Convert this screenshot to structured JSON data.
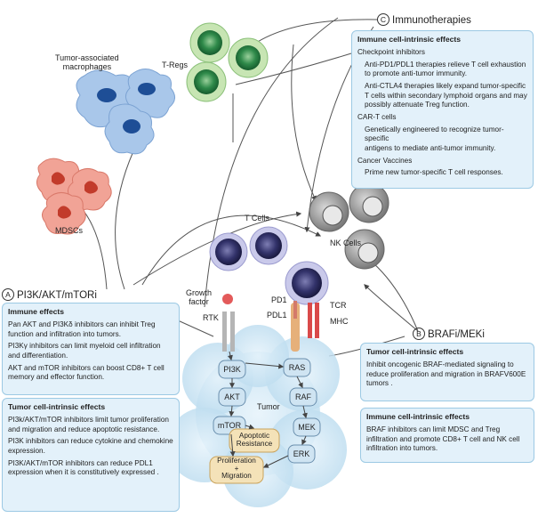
{
  "sections": {
    "immunotherapies": {
      "letter": "C",
      "title": "Immunotherapies"
    },
    "pi3k": {
      "letter": "A",
      "title": "PI3K/AKT/mTORi"
    },
    "braf": {
      "letter": "B",
      "title": "BRAFi/MEKi"
    }
  },
  "cell_labels": {
    "tams": "Tumor-associated\nmacrophages",
    "tregs": "T-Regs",
    "mdscs": "MDSCs",
    "t_cells": "T Cells",
    "nk_cells": "NK Cells",
    "growth_factor": "Growth\nfactor",
    "rtk": "RTK",
    "pd1": "PD1",
    "pdl1": "PDL1",
    "tcr": "TCR",
    "mhc": "MHC",
    "tumor": "Tumor"
  },
  "pathway_nodes": {
    "pi3k": "PI3K",
    "akt": "AKT",
    "mtor": "mTOR",
    "ras": "RAS",
    "raf": "RAF",
    "mek": "MEK",
    "erk": "ERK",
    "apoptotic": "Apoptotic\nResistance",
    "prolif": "Proliferation\n+\nMigration"
  },
  "immuno_box": {
    "header": "Immune cell-intrinsic effects",
    "checkpoint_title": "Checkpoint inhibitors",
    "checkpoint_1": "Anti-PD1/PDL1 therapies relieve T cell exhaustion to promote anti-tumor immunity.",
    "checkpoint_2": "Anti-CTLA4 therapies likely expand tumor-specific T cells within secondary lymphoid organs and may possibly attenuate Treg function.",
    "cart_title": "CAR-T cells",
    "cart_1": "Genetically engineered to recognize tumor-specific\nantigens to mediate anti-tumor immunity.",
    "vaccine_title": "Cancer Vaccines",
    "vaccine_1": "Prime new tumor-specific T cell responses."
  },
  "pi3k_immune_box": {
    "header": "Immune effects",
    "p1": "Pan AKT and PI3Kδ inhibitors can inhibit Treg function and infiltration into tumors.",
    "p2": "PI3Kγ inhibitors  can limit myeloid cell infiltration and differentiation.",
    "p3": "AKT and mTOR inhibitors can boost CD8+ T cell memory and effector function."
  },
  "pi3k_tumor_box": {
    "header": "Tumor cell-intrinsic effects",
    "p1": "PI3k/AKT/mTOR inhibitors limit tumor proliferation and migration and reduce apoptotic resistance.",
    "p2": "PI3K inhibitors can reduce cytokine and chemokine expression.",
    "p3": "PI3K/AKT/mTOR inhibitors can reduce PDL1 expression when it is constitutively expressed ."
  },
  "braf_tumor_box": {
    "header": "Tumor cell-intrinsic effects",
    "p1": "Inhibit oncogenic BRAF-mediated signaling to reduce proliferation and migration in BRAFV600E tumors ."
  },
  "braf_immune_box": {
    "header": "Immune cell-intrinsic effects",
    "p1": "BRAF inhibitors can limit MDSC and Treg infiltration and promote CD8+ T cell  and NK cell infiltration into tumors."
  },
  "colors": {
    "box_fill": "#e3f1fa",
    "box_border": "#9cc9e4",
    "treg_green": "#2f8a4a",
    "tam_blue": "#8fb5df",
    "mdsc_red": "#e88a7e",
    "tcell_navy": "#33336b",
    "nk_gray": "#8a8a8a",
    "tumor_blue": "#cfe6f4",
    "node_fill": "#cfe4f2"
  }
}
